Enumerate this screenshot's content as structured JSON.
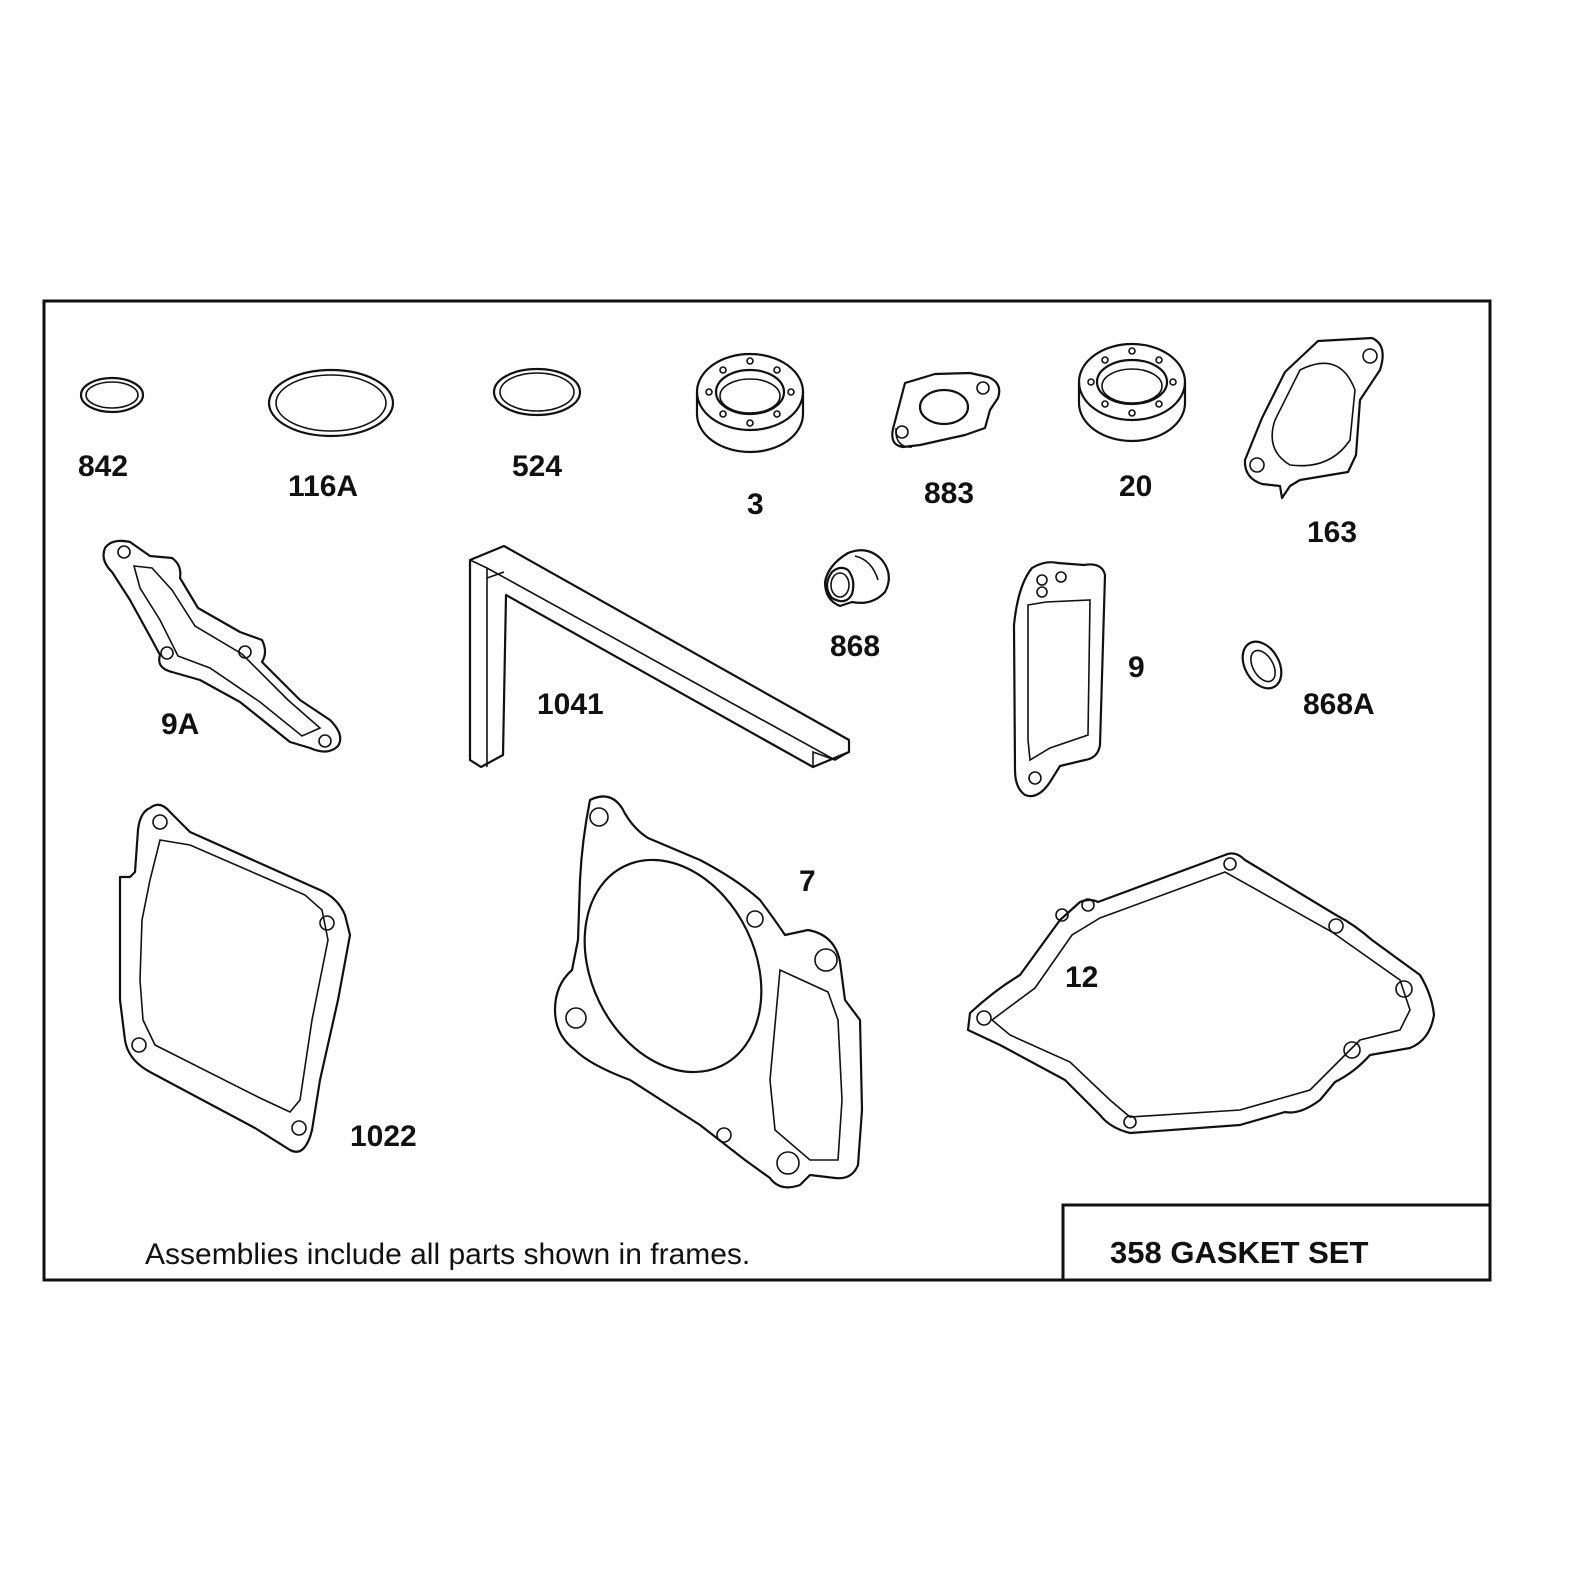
{
  "parts": [
    {
      "id": "842",
      "label": "842",
      "icon": "o-ring-small"
    },
    {
      "id": "116A",
      "label": "116A",
      "icon": "o-ring-large"
    },
    {
      "id": "524",
      "label": "524",
      "icon": "o-ring-medium"
    },
    {
      "id": "3",
      "label": "3",
      "icon": "oil-seal"
    },
    {
      "id": "883",
      "label": "883",
      "icon": "flange-gasket"
    },
    {
      "id": "20",
      "label": "20",
      "icon": "oil-seal"
    },
    {
      "id": "163",
      "label": "163",
      "icon": "intake-gasket"
    },
    {
      "id": "9A",
      "label": "9A",
      "icon": "exhaust-gasket"
    },
    {
      "id": "1041",
      "label": "1041",
      "icon": "sealing-strip"
    },
    {
      "id": "868",
      "label": "868",
      "icon": "valve-seal"
    },
    {
      "id": "9",
      "label": "9",
      "icon": "cover-gasket"
    },
    {
      "id": "868A",
      "label": "868A",
      "icon": "washer"
    },
    {
      "id": "1022",
      "label": "1022",
      "icon": "breather-gasket"
    },
    {
      "id": "7",
      "label": "7",
      "icon": "cylinder-head-gasket"
    },
    {
      "id": "12",
      "label": "12",
      "icon": "crankcase-gasket"
    }
  ],
  "footer_note": "Assemblies include all parts shown in frames.",
  "assembly_title": "358 GASKET SET"
}
